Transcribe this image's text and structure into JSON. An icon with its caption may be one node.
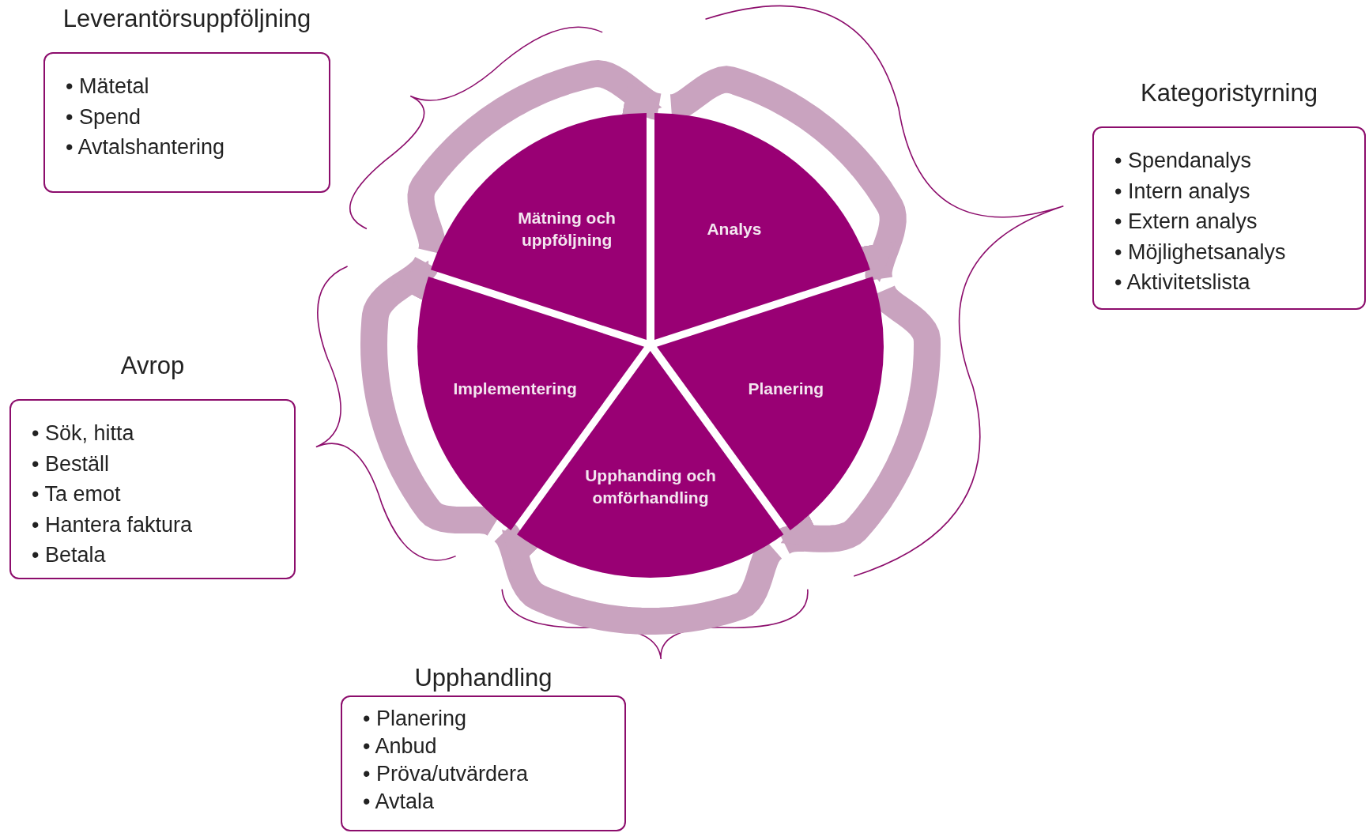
{
  "diagram": {
    "nodes": [
      {
        "text": [
          "Mätning och uppföljning"
        ]
      },
      {
        "text": [
          "Analys"
        ]
      },
      {
        "text": [
          "Planering"
        ]
      },
      {
        "text": [
          "Upphanding och omförhandling"
        ]
      },
      {
        "text": [
          "Implementering"
        ]
      },
      {
        "text": [
          "Leverantörsuppföljning",
          "• Mätetal",
          "• Spend",
          "• Avtalshantering"
        ]
      },
      {
        "text": [
          "Kategoristyrning",
          "• Spendanalys",
          "• Intern analys",
          "• Extern analys",
          "• Möjlighetsanalys",
          "• Aktivitetslista"
        ]
      },
      {
        "text": [
          "Avrop",
          "• Sök, hitta",
          "• Beställ",
          "• Ta emot",
          "• Hantera faktura",
          "• Betala"
        ]
      },
      {
        "text": [
          "Upphandling",
          "• Planering",
          "• Anbud",
          "• Pröva/utvärdera",
          "• Avtala"
        ]
      }
    ],
    "edges": [
      {
        "from": 0,
        "to": 1,
        "arrow": "to"
      },
      {
        "from": 1,
        "to": 2,
        "arrow": "to"
      },
      {
        "from": 2,
        "to": 3,
        "arrow": "to"
      },
      {
        "from": 3,
        "to": 4,
        "arrow": "to"
      },
      {
        "from": 4,
        "to": 0,
        "arrow": "to"
      }
    ]
  }
}
